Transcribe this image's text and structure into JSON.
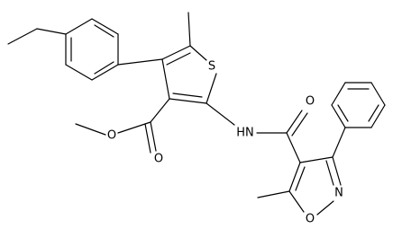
{
  "structure": {
    "background": "#ffffff",
    "line_color": "#000000",
    "atoms": [
      {
        "id": "S1",
        "label": "S"
      },
      {
        "id": "NH",
        "label": "HN"
      },
      {
        "id": "O_amide",
        "label": "O"
      },
      {
        "id": "N_isox",
        "label": "N"
      },
      {
        "id": "O_isox",
        "label": "O"
      },
      {
        "id": "O_ester_carbonyl",
        "label": "O"
      },
      {
        "id": "O_ester_ether",
        "label": "O"
      }
    ]
  }
}
